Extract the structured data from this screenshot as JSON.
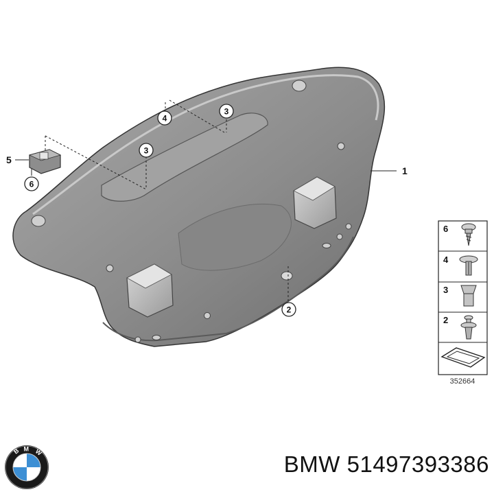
{
  "callouts": {
    "part_1": "1",
    "part_2": "2",
    "part_3a": "3",
    "part_3b": "3",
    "part_4": "4",
    "part_5": "5",
    "part_6": "6"
  },
  "legend": {
    "items": [
      {
        "number": "6",
        "icon": "screw-icon"
      },
      {
        "number": "4",
        "icon": "expanding-rivet-icon"
      },
      {
        "number": "3",
        "icon": "clip-nut-icon"
      },
      {
        "number": "2",
        "icon": "push-clip-icon"
      }
    ],
    "footer_icon": "shim-plate-icon",
    "diagram_id": "352664"
  },
  "caption": {
    "brand": "BMW",
    "part_number": "51497393386"
  },
  "logo": {
    "icon": "bmw-roundel-logo",
    "lettering": "BMW"
  },
  "colors": {
    "panel": "#8e8e8e",
    "panel_dark": "#6a6a6a",
    "outline": "#333333",
    "logo_blue": "#3d8fd4"
  }
}
